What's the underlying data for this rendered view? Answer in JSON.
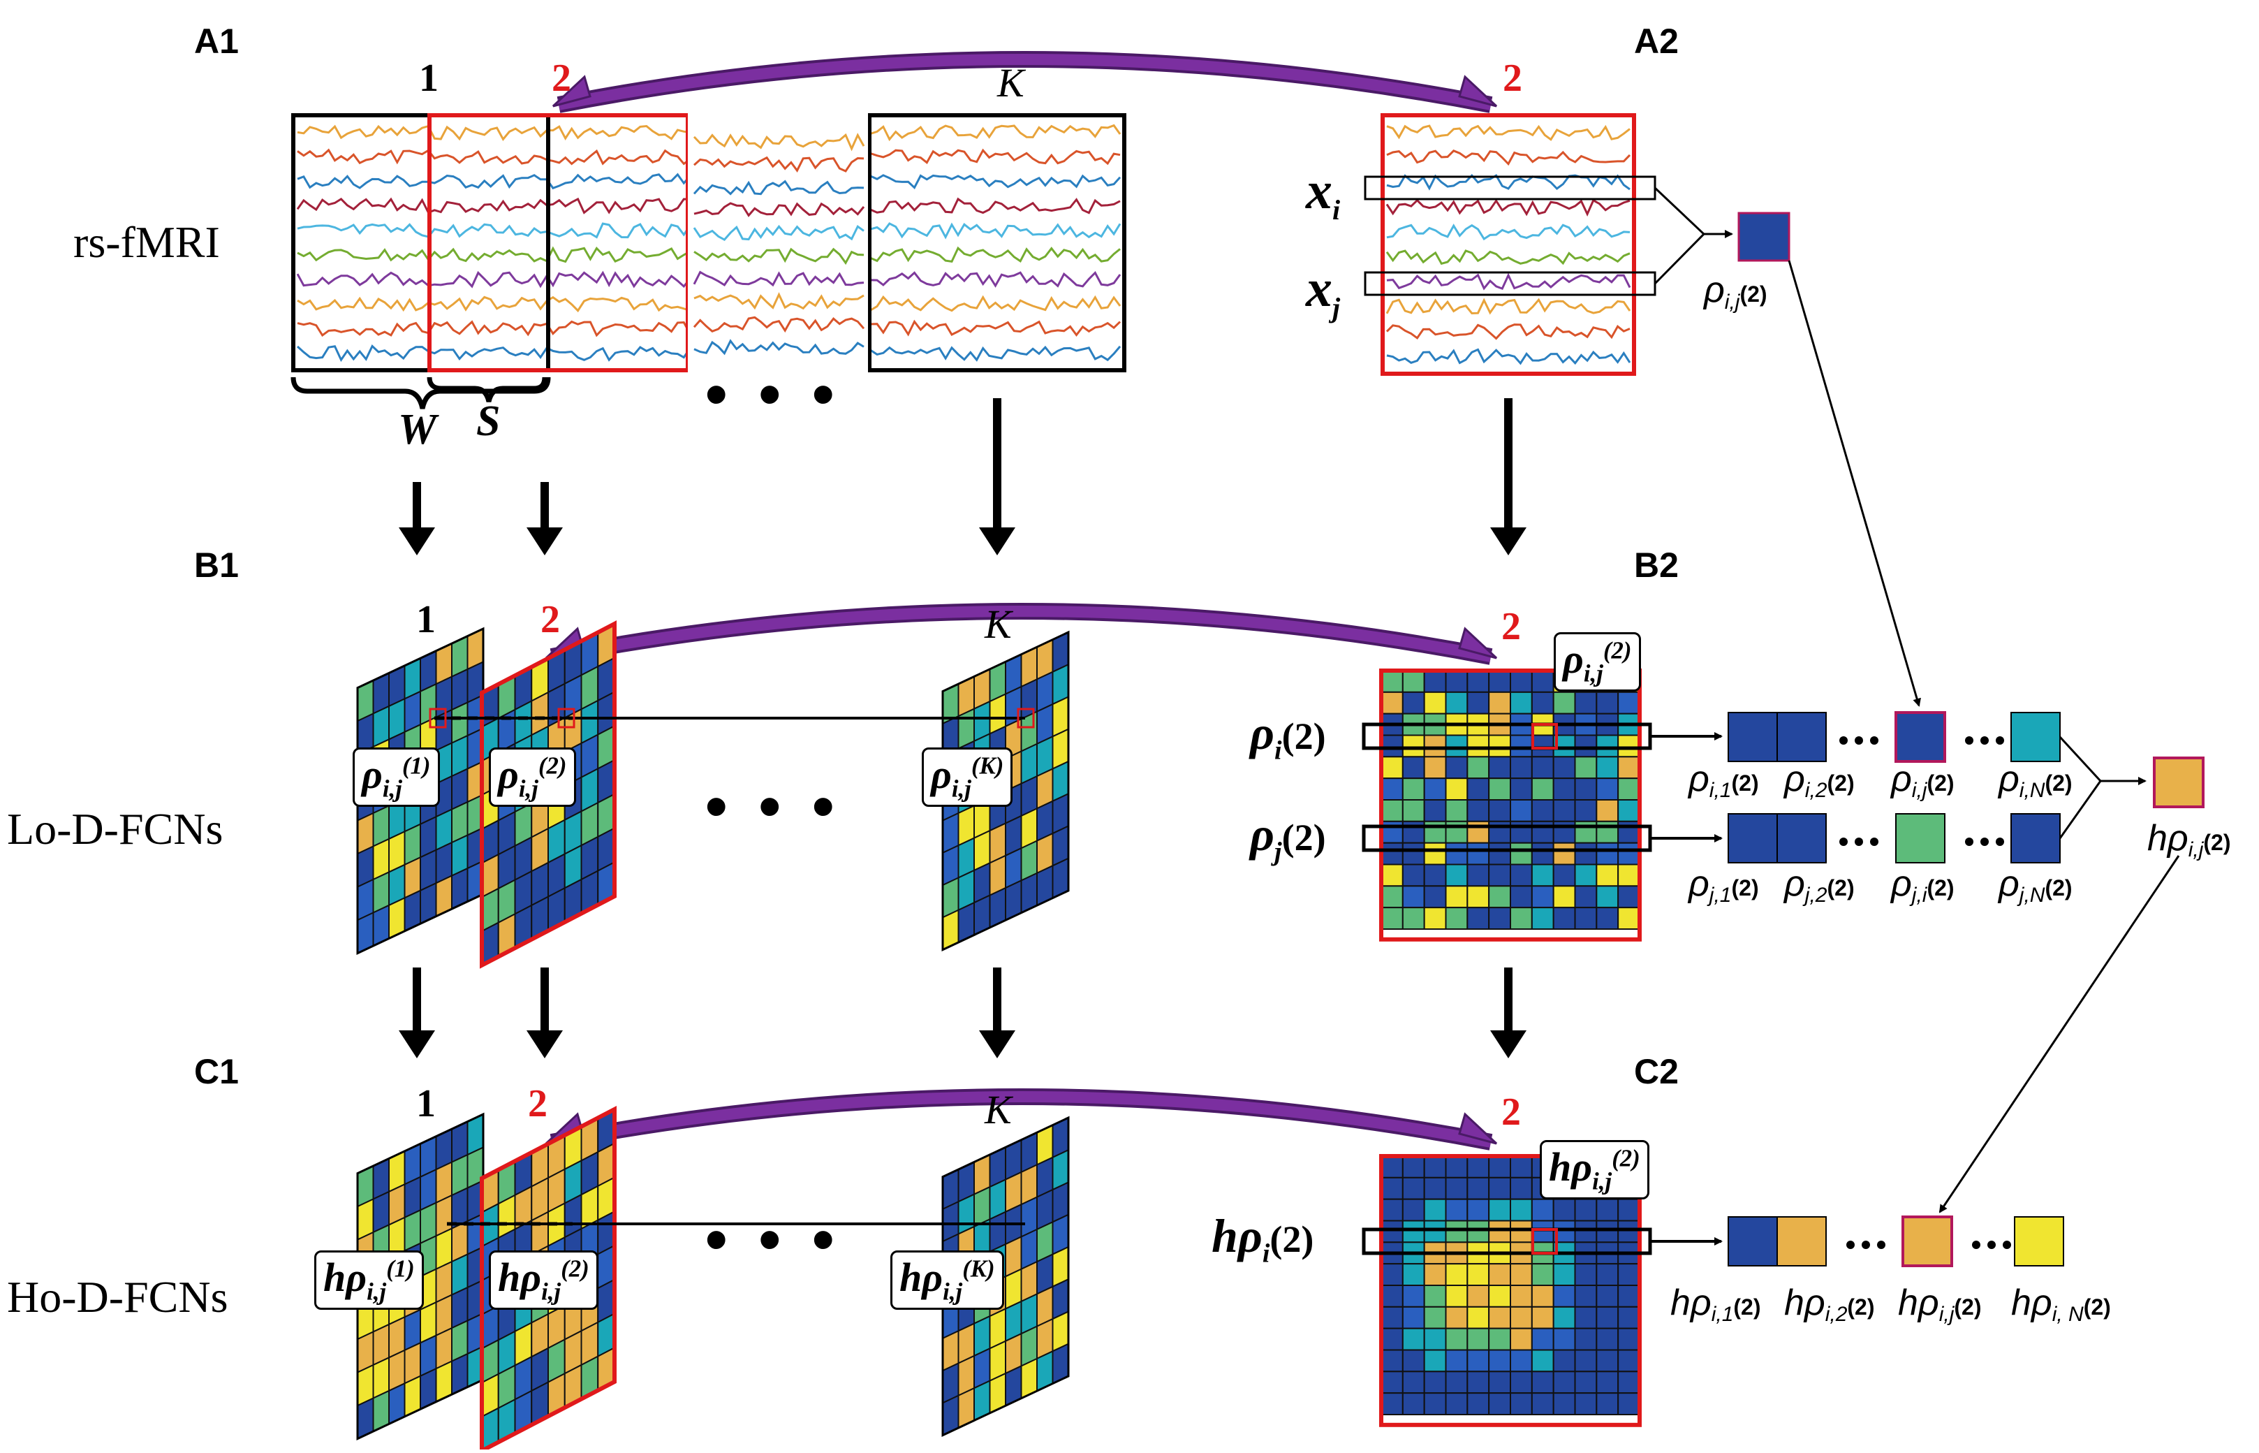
{
  "panels": {
    "a1": "A1",
    "a2": "A2",
    "b1": "B1",
    "b2": "B2",
    "c1": "C1",
    "c2": "C2"
  },
  "rows": {
    "rs": "rs-fMRI",
    "lo": "Lo-D-FCNs",
    "ho": "Ho-D-FCNs"
  },
  "window_numbers": {
    "first": "1",
    "second": "2",
    "last": "K"
  },
  "bracket_labels": {
    "w": "W",
    "s": "S"
  },
  "ellipsis": "• • •",
  "signals": {
    "xi": "x",
    "xi_sub": "i",
    "xj": "x",
    "xj_sub": "j"
  },
  "symbols": {
    "rho_ij_2": "ρ",
    "rho_ij_2_sub": "i,j",
    "rho_ij_2_paren": "(2)"
  },
  "callouts": {
    "b1_1": {
      "main": "ρ",
      "sub": "i,j",
      "sup": "(1)"
    },
    "b1_2": {
      "main": "ρ",
      "sub": "i,j",
      "sup": "(2)"
    },
    "b1_k": {
      "main": "ρ",
      "sub": "i,j",
      "sup": "(K)"
    },
    "b2": {
      "main": "ρ",
      "sub": "i,j",
      "sup": "(2)"
    },
    "c1_1": {
      "main": "hρ",
      "sub": "i,j",
      "sup": "(1)"
    },
    "c1_2": {
      "main": "hρ",
      "sub": "i,j",
      "sup": "(2)"
    },
    "c1_k": {
      "main": "hρ",
      "sub": "i,j",
      "sup": "(K)"
    },
    "c2": {
      "main": "hρ",
      "sub": "i,j",
      "sup": "(2)"
    }
  },
  "row_vectors": {
    "rho_i": {
      "main": "ρ",
      "sub": "i",
      "paren": "(2)"
    },
    "rho_j": {
      "main": "ρ",
      "sub": "j",
      "paren": "(2)"
    },
    "hrho_i": {
      "main": "hρ",
      "sub": "i",
      "paren": "(2)"
    }
  },
  "vector_labels": {
    "row1": [
      "ρi,1(2)",
      "ρi,2(2)",
      "ρi,j(2)",
      "ρi,N(2)"
    ],
    "row2": [
      "ρj,1(2)",
      "ρj,2(2)",
      "ρj,i(2)",
      "ρj,N(2)"
    ],
    "row3": [
      "hρi,1(2)",
      "hρi,2(2)",
      "hρi,j(2)",
      "hρi, N(2)"
    ],
    "single_rho": "ρi,j(2)",
    "h_rho": "hρi,j(2)"
  },
  "colors": {
    "red": "#e0191b",
    "purple": "#7b2fa0",
    "dark_blue": "#24479e",
    "blue": "#2a5fbf",
    "teal": "#1aa7b8",
    "green": "#5dbb7a",
    "yellow": "#f0e530",
    "orange": "#e8b14a"
  }
}
